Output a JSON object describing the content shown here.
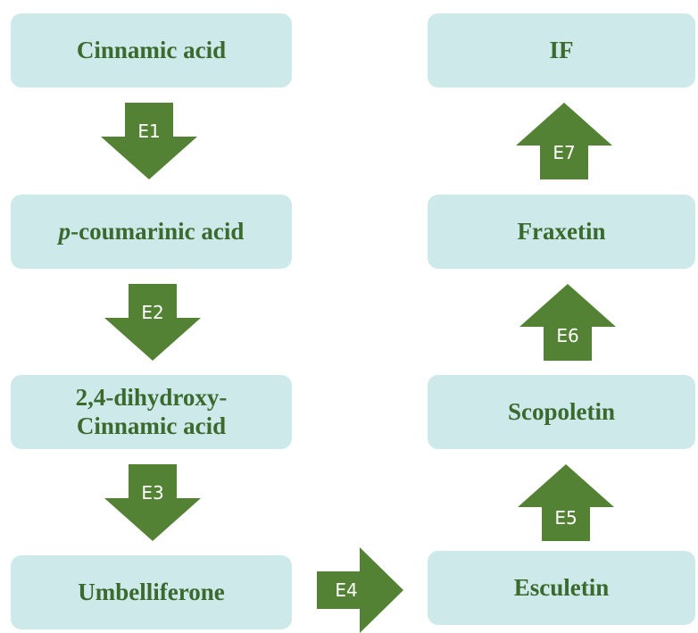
{
  "nodes": {
    "cinnamic_acid": "Cinnamic acid",
    "p_coumarinic_prefix": "p",
    "p_coumarinic_rest": "-coumarinic acid",
    "dihydroxy_line1": "2,4-dihydroxy-",
    "dihydroxy_line2": "Cinnamic acid",
    "umbelliferone": "Umbelliferone",
    "esculetin": "Esculetin",
    "scopoletin": "Scopoletin",
    "fraxetin": "Fraxetin",
    "if": "IF"
  },
  "enzymes": {
    "e1": "E1",
    "e2": "E2",
    "e3": "E3",
    "e4": "E4",
    "e5": "E5",
    "e6": "E6",
    "e7": "E7"
  },
  "colors": {
    "node_fill": "#cde9e9",
    "node_text": "#3b6a2e",
    "arrow_fill": "#548235",
    "arrow_text": "#ffffff"
  }
}
